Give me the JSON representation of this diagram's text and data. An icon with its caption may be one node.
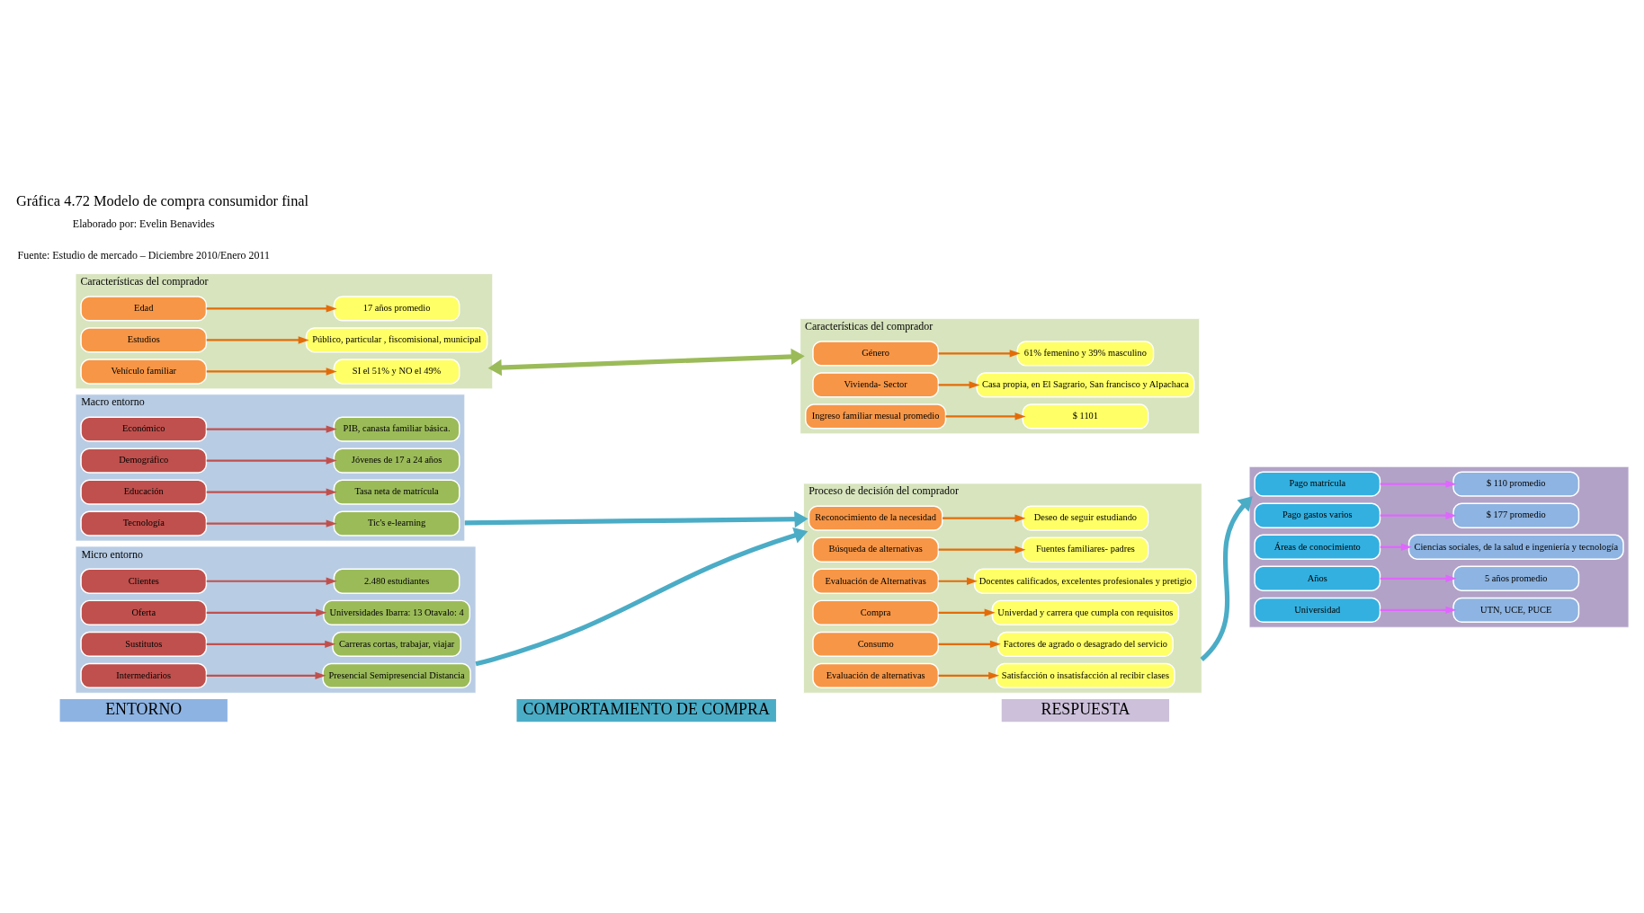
{
  "diagram": {
    "title": "Gráfica 4.72 Modelo de compra consumidor final",
    "nodes": [
      {
        "text": [
          "ENTORNO"
        ]
      },
      {
        "text": [
          "COMPORTAMIENTO DE COMPRA"
        ]
      },
      {
        "text": [
          "RESPUESTA"
        ]
      },
      {
        "text": [
          "Macro entorno"
        ]
      },
      {
        "text": [
          "Económico"
        ],
        "in": 3
      },
      {
        "text": [
          "PIB, canasta familiar básica."
        ],
        "in": 3
      },
      {
        "text": [
          "Demográfico"
        ],
        "in": 3
      },
      {
        "text": [
          "Jóvenes de 17 a 24 años"
        ],
        "in": 3
      },
      {
        "text": [
          "Educación"
        ],
        "in": 3
      },
      {
        "text": [
          "Tasa neta de matrícula"
        ],
        "in": 3
      },
      {
        "text": [
          "Tecnología"
        ],
        "in": 3
      },
      {
        "text": [
          "Tic's e-learning"
        ],
        "in": 3
      },
      {
        "text": [
          "Micro entorno"
        ]
      },
      {
        "text": [
          "Clientes"
        ],
        "in": 12
      },
      {
        "text": [
          "2.480 estudiantes"
        ],
        "in": 12
      },
      {
        "text": [
          "Oferta"
        ],
        "in": 12
      },
      {
        "text": [
          "Universidades Ibarra: 13 Otavalo: 4"
        ],
        "in": 12
      },
      {
        "text": [
          "Sustitutos"
        ],
        "in": 12
      },
      {
        "text": [
          "Carreras cortas, trabajar, viajar"
        ],
        "in": 12
      },
      {
        "text": [
          "Intermediarios"
        ],
        "in": 12
      },
      {
        "text": [
          "Presencial Semipresencial Distancia"
        ],
        "in": 12
      },
      {
        "text": [
          "Proceso de decisión del comprador"
        ]
      },
      {
        "text": [
          "Reconocimiento de la necesidad"
        ],
        "in": 21
      },
      {
        "text": [
          "Deseo de seguir estudiando"
        ],
        "in": 21
      },
      {
        "text": [
          "Búsqueda de alternativas"
        ],
        "in": 21
      },
      {
        "text": [
          "Fuentes familiares- padres"
        ],
        "in": 21
      },
      {
        "text": [
          "Evaluación de Alternativas"
        ],
        "in": 21
      },
      {
        "text": [
          "Docentes calificados, excelentes profesionales y pretigio"
        ],
        "in": 21
      },
      {
        "text": [
          "Compra"
        ],
        "in": 21
      },
      {
        "text": [
          "Univerdad y carrera que cumpla con requisitos"
        ],
        "in": 21
      },
      {
        "text": [
          "Consumo"
        ],
        "in": 21
      },
      {
        "text": [
          "Factores de agrado o desagrado del servicio"
        ],
        "in": 21
      },
      {
        "text": [
          "Evaluación de alternativas"
        ],
        "in": 21
      },
      {
        "text": [
          "Satisfacción o insatisfacción al recibir clases"
        ],
        "in": 21
      },
      {
        "text": [
          "Características del comprador"
        ]
      },
      {
        "text": [
          "Edad"
        ],
        "in": 34
      },
      {
        "text": [
          "17 años promedio"
        ],
        "in": 34
      },
      {
        "text": [
          "Estudios"
        ],
        "in": 34
      },
      {
        "text": [
          "Público, particular , fiscomisional, municipal"
        ],
        "in": 34
      },
      {
        "text": [
          "Vehículo familiar"
        ],
        "in": 34
      },
      {
        "text": [
          "SI el 51% y NO el 49%"
        ],
        "in": 34
      },
      {
        "text": [],
        "shape": "box"
      },
      {
        "text": [
          "Pago matrícula"
        ],
        "in": 41
      },
      {
        "text": [
          "$ 110 promedio"
        ],
        "in": 41
      },
      {
        "text": [
          "Pago gastos varios"
        ],
        "in": 41
      },
      {
        "text": [
          "$ 177 promedio"
        ],
        "in": 41
      },
      {
        "text": [
          "Áreas de conocimiento"
        ],
        "in": 41
      },
      {
        "text": [
          "Ciencias sociales, de la salud e ingeniería y tecnología"
        ],
        "in": 41
      },
      {
        "text": [
          "Años"
        ],
        "in": 41
      },
      {
        "text": [
          "5 años promedio"
        ],
        "in": 41
      },
      {
        "text": [
          "Universidad"
        ],
        "in": 41
      },
      {
        "text": [
          "UTN, UCE, PUCE"
        ],
        "in": 41
      },
      {
        "text": [
          "Características del comprador"
        ]
      },
      {
        "text": [
          "Género"
        ],
        "in": 52
      },
      {
        "text": [
          "61% femenino y 39% masculino"
        ],
        "in": 52
      },
      {
        "text": [
          "Vivienda- Sector"
        ],
        "in": 52
      },
      {
        "text": [
          "Casa propia, en El Sagrario, San francisco y Alpachaca"
        ],
        "in": 52
      },
      {
        "text": [
          "Ingreso familiar mesual promedio"
        ],
        "in": 52
      },
      {
        "text": [
          "$ 1101"
        ],
        "in": 52
      }
    ],
    "edges": [
      {
        "from": 4,
        "to": 5,
        "arrow": "to",
        "color": "#c0504d"
      },
      {
        "from": 6,
        "to": 7,
        "arrow": "to",
        "color": "#c0504d"
      },
      {
        "from": 8,
        "to": 9,
        "arrow": "to",
        "color": "#c0504d"
      },
      {
        "from": 10,
        "to": 11,
        "arrow": "to",
        "color": "#c0504d"
      },
      {
        "from": 13,
        "to": 14,
        "arrow": "to",
        "color": "#c0504d"
      },
      {
        "from": 15,
        "to": 16,
        "arrow": "to",
        "color": "#c0504d"
      },
      {
        "from": 17,
        "to": 18,
        "arrow": "to",
        "color": "#c0504d"
      },
      {
        "from": 19,
        "to": 20,
        "arrow": "to",
        "color": "#c0504d"
      },
      {
        "from": 3,
        "to": 21,
        "arrow": "to",
        "style": "thick",
        "color": "#4bacc6"
      },
      {
        "from": 12,
        "to": 21,
        "arrow": "to",
        "style": "thick",
        "color": "#4bacc6"
      },
      {
        "from": 22,
        "to": 23,
        "arrow": "to"
      },
      {
        "from": 24,
        "to": 25,
        "arrow": "to"
      },
      {
        "from": 26,
        "to": 27,
        "arrow": "to"
      },
      {
        "from": 28,
        "to": 29,
        "arrow": "to"
      },
      {
        "from": 30,
        "to": 31,
        "arrow": "to"
      },
      {
        "from": 32,
        "to": 33,
        "arrow": "to"
      },
      {
        "from": 35,
        "to": 36,
        "arrow": "to"
      },
      {
        "from": 37,
        "to": 38,
        "arrow": "to"
      },
      {
        "from": 39,
        "to": 40,
        "arrow": "to"
      },
      {
        "from": 21,
        "to": 41,
        "arrow": "to",
        "style": "thick",
        "color": "#4bacc6"
      },
      {
        "from": 34,
        "to": 52,
        "arrow": "both",
        "style": "thick",
        "color": "#9bbb59"
      },
      {
        "from": 42,
        "to": 43,
        "arrow": "to",
        "color": "#e066ff"
      },
      {
        "from": 44,
        "to": 45,
        "arrow": "to",
        "color": "#e066ff"
      },
      {
        "from": 46,
        "to": 47,
        "arrow": "to",
        "color": "#e066ff"
      },
      {
        "from": 48,
        "to": 49,
        "arrow": "to",
        "color": "#e066ff"
      },
      {
        "from": 50,
        "to": 51,
        "arrow": "to",
        "color": "#e066ff"
      },
      {
        "from": 53,
        "to": 54,
        "arrow": "to"
      },
      {
        "from": 55,
        "to": 56,
        "arrow": "to"
      },
      {
        "from": 57,
        "to": 58,
        "arrow": "to"
      }
    ],
    "labels": [
      "Fuente: Estudio de mercado – Diciembre 2010/Enero 2011",
      "Elaborado por: Evelin Benavides"
    ]
  }
}
